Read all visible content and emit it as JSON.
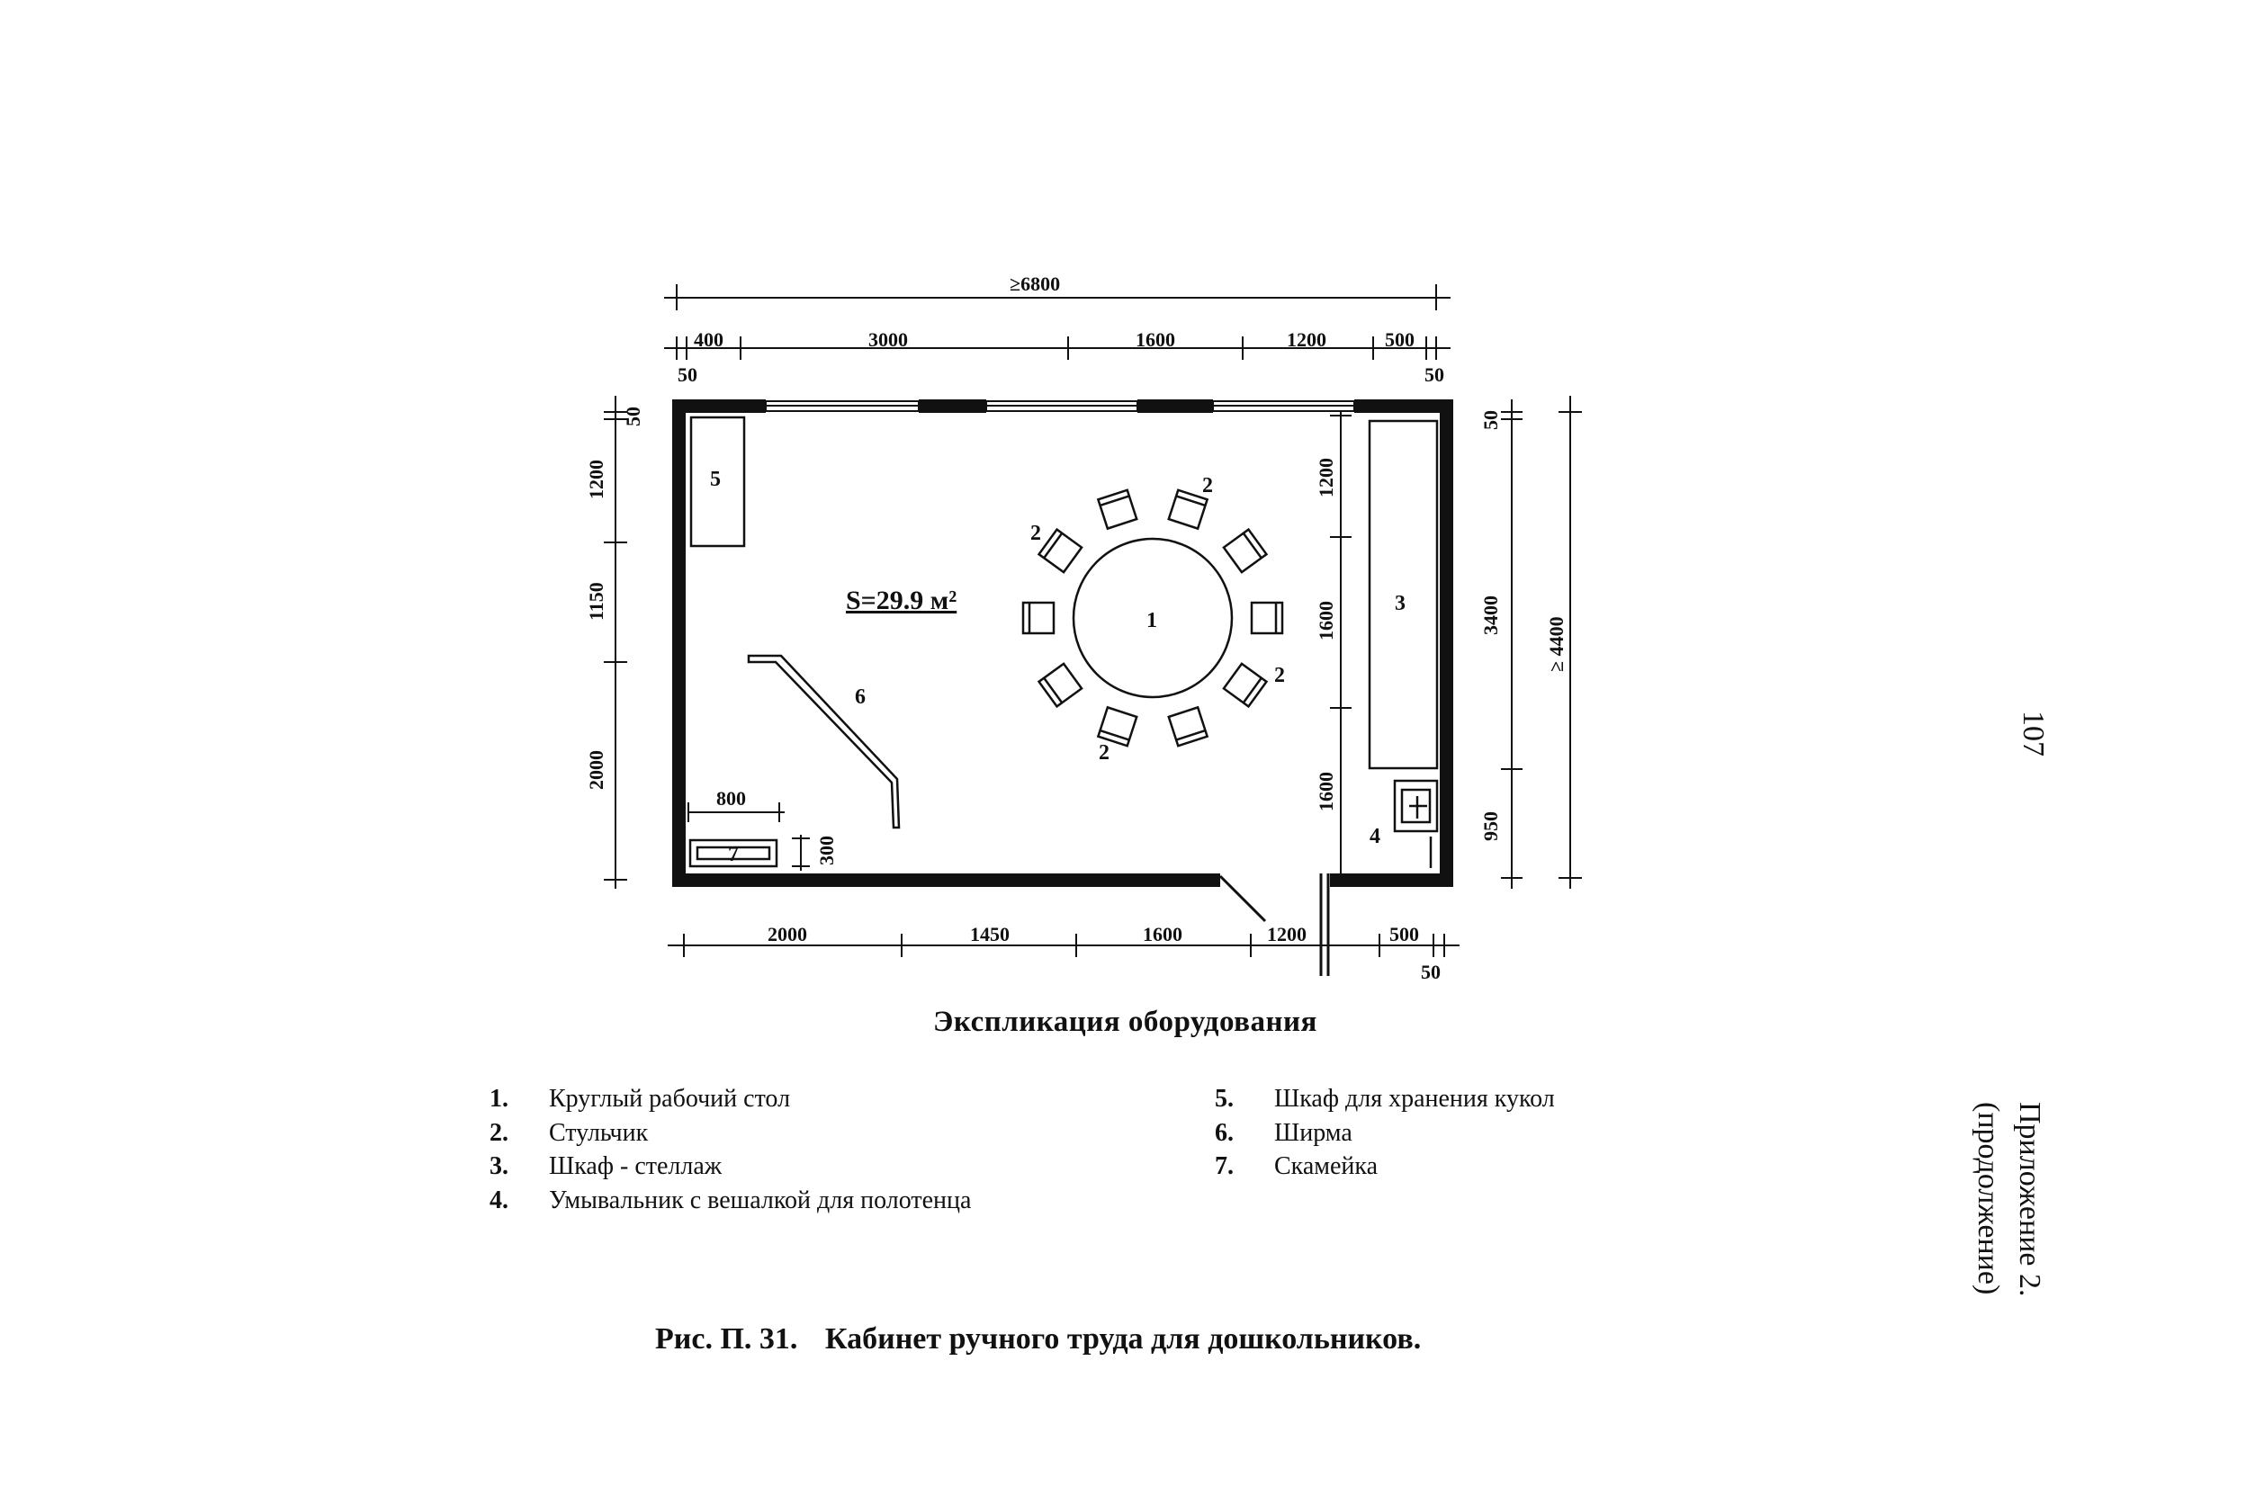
{
  "plan": {
    "overall_width": "≥6800",
    "overall_height": "≥ 4400",
    "area": "S=29.9 м²",
    "top_dims": [
      "50",
      "400",
      "3000",
      "1600",
      "1200",
      "500",
      "50"
    ],
    "bottom_dims": [
      "2000",
      "1450",
      "1600",
      "1200",
      "500",
      "50"
    ],
    "left_dims": [
      "50",
      "1200",
      "1150",
      "2000"
    ],
    "left_small": [
      "800",
      "300"
    ],
    "inner_right_dims": [
      "1200",
      "1600",
      "1600"
    ],
    "right_dims": [
      "50",
      "3400",
      "950"
    ],
    "items": {
      "table": "1",
      "chair_a": "2",
      "chair_b": "2",
      "chair_c": "2",
      "chair_d": "2",
      "shelf": "3",
      "washbasin": "4",
      "doll_cabinet": "5",
      "screen": "6",
      "bench": "7"
    }
  },
  "explication": {
    "title": "Экспликация оборудования",
    "left": [
      {
        "num": "1.",
        "text": "Круглый рабочий стол"
      },
      {
        "num": "2.",
        "text": "Стульчик"
      },
      {
        "num": "3.",
        "text": "Шкаф - стеллаж"
      },
      {
        "num": "4.",
        "text": "Умывальник с вешалкой для полотенца"
      }
    ],
    "right": [
      {
        "num": "5.",
        "text": "Шкаф для хранения кукол"
      },
      {
        "num": "6.",
        "text": "Ширма"
      },
      {
        "num": "7.",
        "text": "Скамейка"
      }
    ]
  },
  "caption": {
    "number": "Рис. П. 31.",
    "title": "Кабинет ручного труда для дошкольников."
  },
  "side": {
    "page_number": "107",
    "appendix_line1": "Приложение 2.",
    "appendix_line2": "(продолжение)"
  }
}
